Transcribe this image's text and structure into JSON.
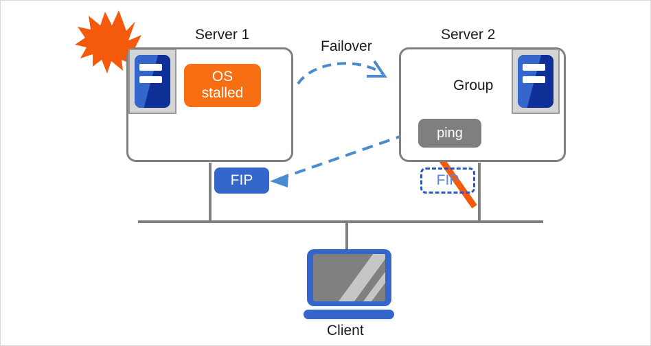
{
  "diagram": {
    "title_server1": "Server 1",
    "title_server2": "Server 2",
    "failover_label": "Failover",
    "client_label": "Client",
    "group_label": "Group",
    "chips": {
      "os_stalled_line1": "OS",
      "os_stalled_line2": "stalled",
      "ping": "ping",
      "fip_active": "FIP",
      "fip_inactive": "FIP"
    },
    "icons": {
      "server_tower_left": "server-tower-icon",
      "server_tower_right": "server-tower-icon",
      "lightning": "lightning-bolt-icon",
      "group": "group-cluster-icon",
      "strike_group": "strikethrough-icon",
      "strike_fip": "strikethrough-icon",
      "client": "client-monitor-icon",
      "failover_arrow": "failover-arrow-icon",
      "ping_arrow": "bidirectional-ping-arrow-icon"
    },
    "colors": {
      "orange": "#F86E12",
      "blue": "#3566CC",
      "dark_blue": "#0E2F96",
      "gray": "#808080",
      "chip_gray": "#7F7F7F",
      "arrow_blue": "#4A8BD0",
      "ghost_blue": "#5A86DE",
      "white": "#FFFFFF",
      "text": "#1A1A1A"
    }
  }
}
